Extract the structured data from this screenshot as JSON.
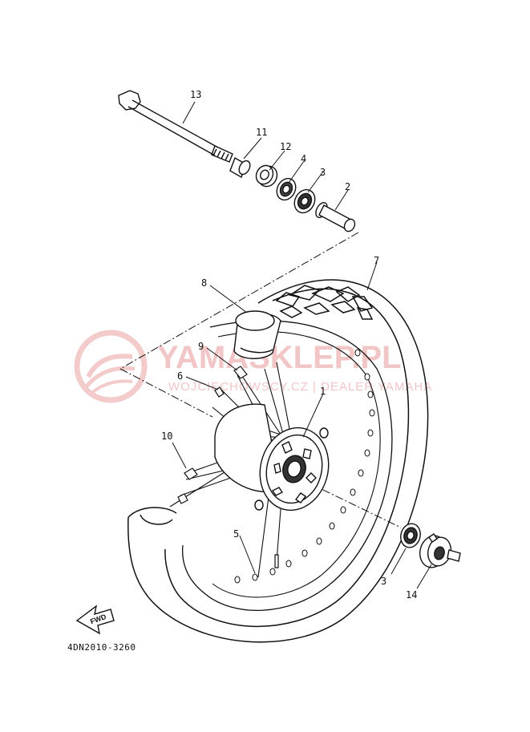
{
  "diagram": {
    "drawing_code": "4DN2010-3260",
    "fwd_label": "FWD",
    "parts": [
      {
        "no": "1",
        "name": "hub"
      },
      {
        "no": "2",
        "name": "spacer-flange"
      },
      {
        "no": "3",
        "name": "bearing"
      },
      {
        "no": "4",
        "name": "oil-seal"
      },
      {
        "no": "5",
        "name": "spoke-nipple"
      },
      {
        "no": "6",
        "name": "spoke-set"
      },
      {
        "no": "7",
        "name": "tire"
      },
      {
        "no": "8",
        "name": "tube"
      },
      {
        "no": "9",
        "name": "spoke"
      },
      {
        "no": "10",
        "name": "spoke"
      },
      {
        "no": "11",
        "name": "collar"
      },
      {
        "no": "12",
        "name": "oil-seal"
      },
      {
        "no": "13",
        "name": "wheel-axle"
      },
      {
        "no": "14",
        "name": "meter-gear-unit"
      },
      {
        "no": "3",
        "name": "bearing"
      }
    ]
  },
  "watermark": {
    "title": "YAMASKLEP.PL",
    "subtitle": "WOJCIECHOWSCY.CZ | DEALER YAMAHA",
    "color": "#f2c6c6"
  }
}
